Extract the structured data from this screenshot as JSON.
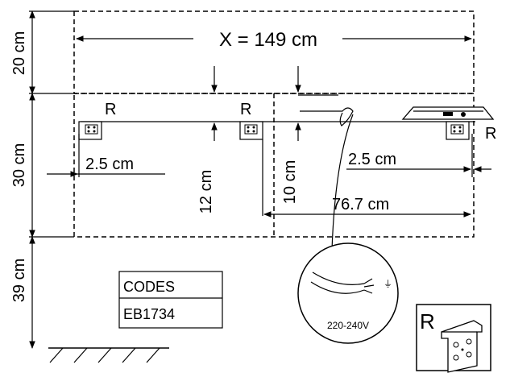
{
  "dimensions": {
    "width_total": "X = 149 cm",
    "top_gap": "20 cm",
    "height": "30 cm",
    "floor_gap": "39 cm",
    "side_offset_left": "2.5 cm",
    "side_offset_right": "2.5 cm",
    "bracket_height_12": "12 cm",
    "bracket_height_10": "10 cm",
    "bracket_spacing": "76.7 cm"
  },
  "bracket_labels": [
    "R",
    "R",
    "R"
  ],
  "codes_table": {
    "header": "CODES",
    "value": "EB1734"
  },
  "voltage_label": "220-240V",
  "legend_label": "R"
}
